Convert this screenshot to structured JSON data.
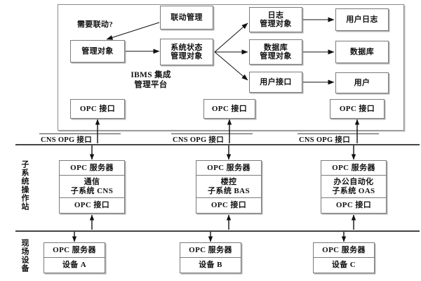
{
  "diagram": {
    "title_lines": [
      "IBMS 集成",
      "管理平台"
    ],
    "link_question": "需要联动?",
    "platform": {
      "nodes": {
        "linkage_mgmt": [
          "联动管理"
        ],
        "managed_object": [
          "管理对象"
        ],
        "system_state_object": [
          "系统状态",
          "管理对象"
        ],
        "log_mgmt_object": [
          "日志",
          "管理对象"
        ],
        "db_mgmt_object": [
          "数据库",
          "管理对象"
        ],
        "user_interface": [
          "用户接口"
        ],
        "user_log": [
          "用户日志"
        ],
        "database": [
          "数据库"
        ],
        "user": [
          "用户"
        ]
      },
      "opc_interfaces": [
        "OPC 接口",
        "OPC 接口",
        "OPC 接口"
      ]
    },
    "bus_labels": [
      "CNS OPG 接口",
      "CNS OPG 接口",
      "CNS OPG 接口"
    ],
    "band_labels": {
      "workstation": "子系统操作站",
      "field_devices": "现场设备"
    },
    "subsystems": [
      {
        "server": "OPC 服务器",
        "name_lines": [
          "通信",
          "子系统 CNS"
        ],
        "interface": "OPC 接口"
      },
      {
        "server": "OPC 服务器",
        "name_lines": [
          "楼控",
          "子系统 BAS"
        ],
        "interface": "OPC 接口"
      },
      {
        "server": "OPC 服务器",
        "name_lines": [
          "办公自动化",
          "子系统 OAS"
        ],
        "interface": "OPC 接口"
      }
    ],
    "devices": [
      {
        "server": "OPC 服务器",
        "name": "设备 A"
      },
      {
        "server": "OPC 服务器",
        "name": "设备 B"
      },
      {
        "server": "OPC 服务器",
        "name": "设备 C"
      }
    ],
    "colors": {
      "line": "#222222",
      "box_border": "#7b7b7b",
      "background": "#ffffff"
    }
  }
}
